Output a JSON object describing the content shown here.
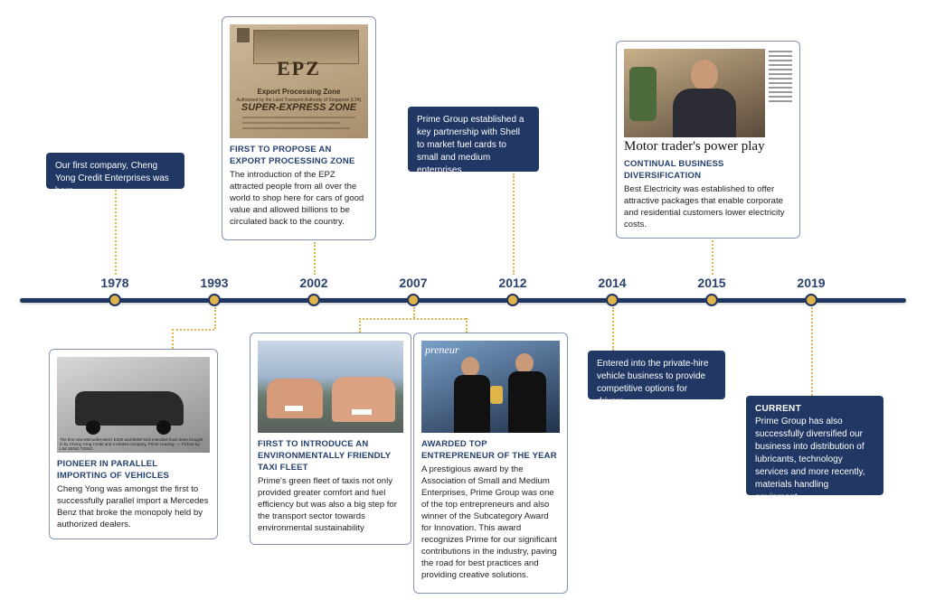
{
  "timeline": {
    "years": [
      "1978",
      "1993",
      "2002",
      "2007",
      "2012",
      "2014",
      "2015",
      "2019"
    ]
  },
  "events": {
    "e1978": {
      "body": "Our first company, Cheng Yong Credit Enterprises was born."
    },
    "e1993": {
      "heading": "PIONEER IN PARALLEL IMPORTING OF VEHICLES",
      "body": "Cheng Yong was amongst the first to successfully parallel import a Mercedes Benz that broke the monopoly held by authorized dealers.",
      "caption": "The first new Mercedes-Benz E230 and BMW 520i intended have been brought in by Cheng Yong Credit and a related company, Prime Leasing. — Picture by LIM SENG TIONG"
    },
    "e2002": {
      "heading": "FIRST TO PROPOSE AN EXPORT PROCESSING ZONE",
      "body": "The introduction of the EPZ attracted people from all over the world to shop here for cars of good value and allowed billions to be circulated back to the country.",
      "clip": {
        "big": "EPZ",
        "sub": "Export Processing Zone",
        "auth": "Authorised by the Land Transport Authority of Singapore (LTA)",
        "zone": "SUPER-EXPRESS ZONE"
      }
    },
    "e2007a": {
      "heading": "FIRST TO INTRODUCE AN ENVIRONMENTALLY FRIENDLY TAXI FLEET",
      "body": "Prime's green fleet of taxis not only provided greater comfort and fuel efficiency but was also a big step for the transport sector towards environmental sustainability"
    },
    "e2007b": {
      "heading": "AWARDED TOP ENTREPRENEUR OF THE YEAR",
      "body": "A prestigious award by the Association of Small and Medium Enterprises, Prime Group was one of the top entrepreneurs and also winner of the Subcategory Award for Innovation. This award recognizes Prime for our significant contributions in the industry, paving the road for best practices and providing creative solutions.",
      "banner": "preneur"
    },
    "e2012": {
      "body": "Prime Group established a key partnership with Shell to market fuel cards to small and medium enterprises."
    },
    "e2014": {
      "body": "Entered into the private-hire vehicle business to provide competitive options for drivers."
    },
    "e2015": {
      "headline": "Motor trader's power play",
      "heading": "CONTINUAL BUSINESS DIVERSIFICATION",
      "body": "Best Electricity was established to offer attractive packages that enable corporate and residential customers lower electricity costs."
    },
    "e2019": {
      "heading": "CURRENT",
      "body": "Prime Group has also successfully diversified our business into distribution of lubricants, technology services and more recently, materials handling equipment."
    }
  },
  "colors": {
    "navy": "#213864",
    "gold": "#e0b44a",
    "card_border": "#8594b4",
    "heading": "#24406f"
  }
}
